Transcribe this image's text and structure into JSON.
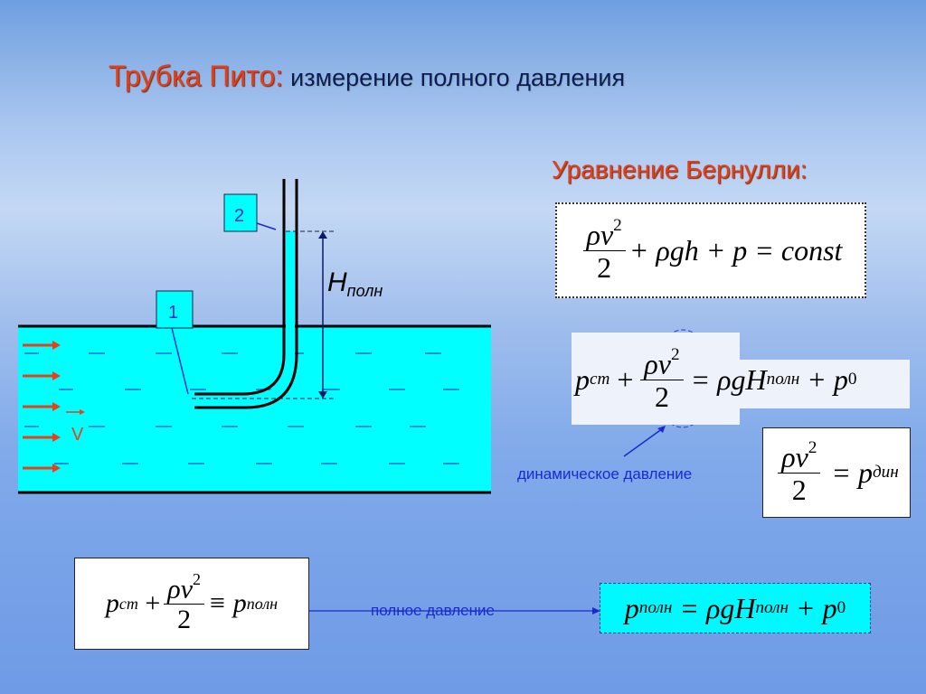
{
  "title": {
    "main": "Трубка Пито:",
    "sub": "измерение полного давления"
  },
  "bernoulli_heading": "Уравнение Бернулли:",
  "diagram": {
    "label_1": "1",
    "label_2": "2",
    "height_symbol": "H",
    "height_sub": "полн",
    "velocity": "V",
    "water_color": "#00ffff",
    "arrow_color": "#e8401a"
  },
  "eq_bernoulli": {
    "num": "ρv",
    "pow": "2",
    "den": "2",
    "rest": "+ ρgh + p = const"
  },
  "eq_pitot": {
    "p": "p",
    "p_sub": "ст",
    "plus": "+",
    "num": "ρv",
    "pow": "2",
    "den": "2",
    "rhs": "= ρgH",
    "rhs_sub": "полн",
    "rhs2": "+ p",
    "rhs2_sub": "0"
  },
  "dynamic_label": "динамическое давление",
  "eq_dynamic": {
    "num": "ρv",
    "pow": "2",
    "den": "2",
    "rhs": "= p",
    "rhs_sub": "дин"
  },
  "eq_total": {
    "p": "p",
    "p_sub": "ст",
    "plus": "+",
    "num": "ρv",
    "pow": "2",
    "den": "2",
    "rhs": "≡ p",
    "rhs_sub": "полн"
  },
  "total_label": "полное давление",
  "eq_total2": {
    "p": "p",
    "p_sub": "полн",
    "rhs": "= ρgH",
    "rhs_sub": "полн",
    "rhs2": "+ p",
    "rhs2_sub": "0"
  }
}
